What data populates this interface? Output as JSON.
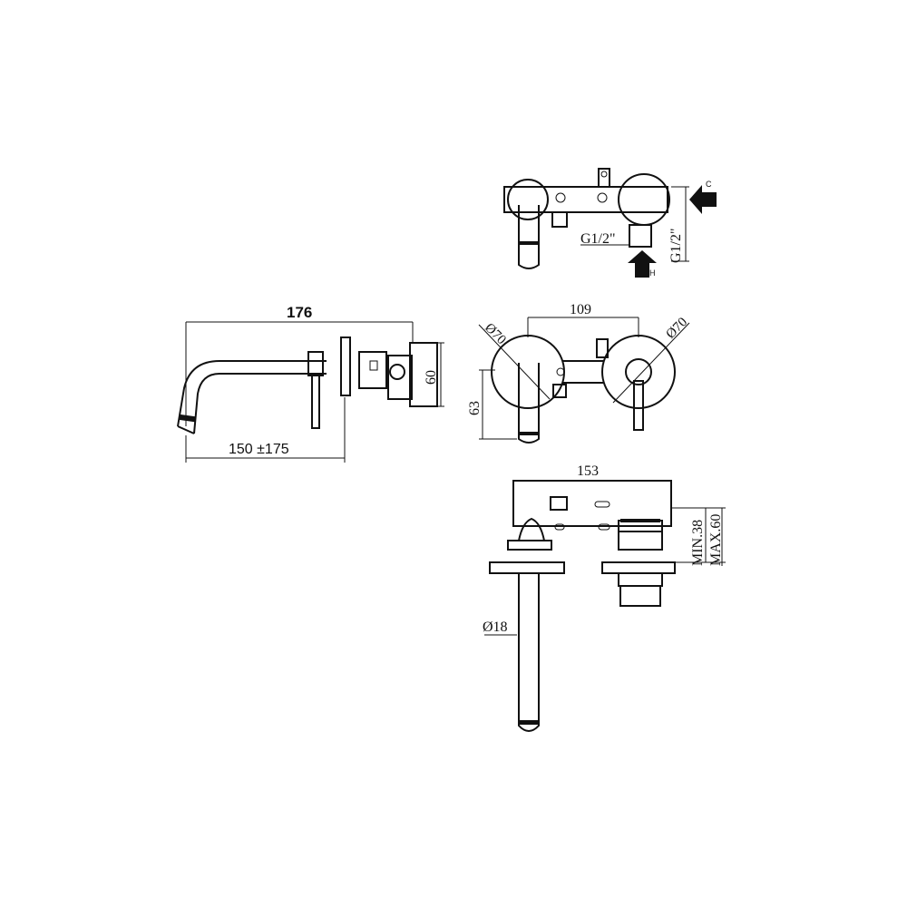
{
  "dimensions": {
    "overall_length": "176",
    "spout_projection": "150 ±175",
    "height_plate": "60",
    "center_distance": "109",
    "rosette_left": "Ø70",
    "rosette_right": "Ø70",
    "spout_drop": "63",
    "body_width": "153",
    "min_depth": "MIN.38",
    "max_depth": "MAX.60",
    "spout_diameter": "Ø18",
    "thread_bottom": "G1/2\"",
    "thread_side": "G1/2\""
  },
  "connections": {
    "cold_label": "C",
    "hot_label": "H"
  }
}
